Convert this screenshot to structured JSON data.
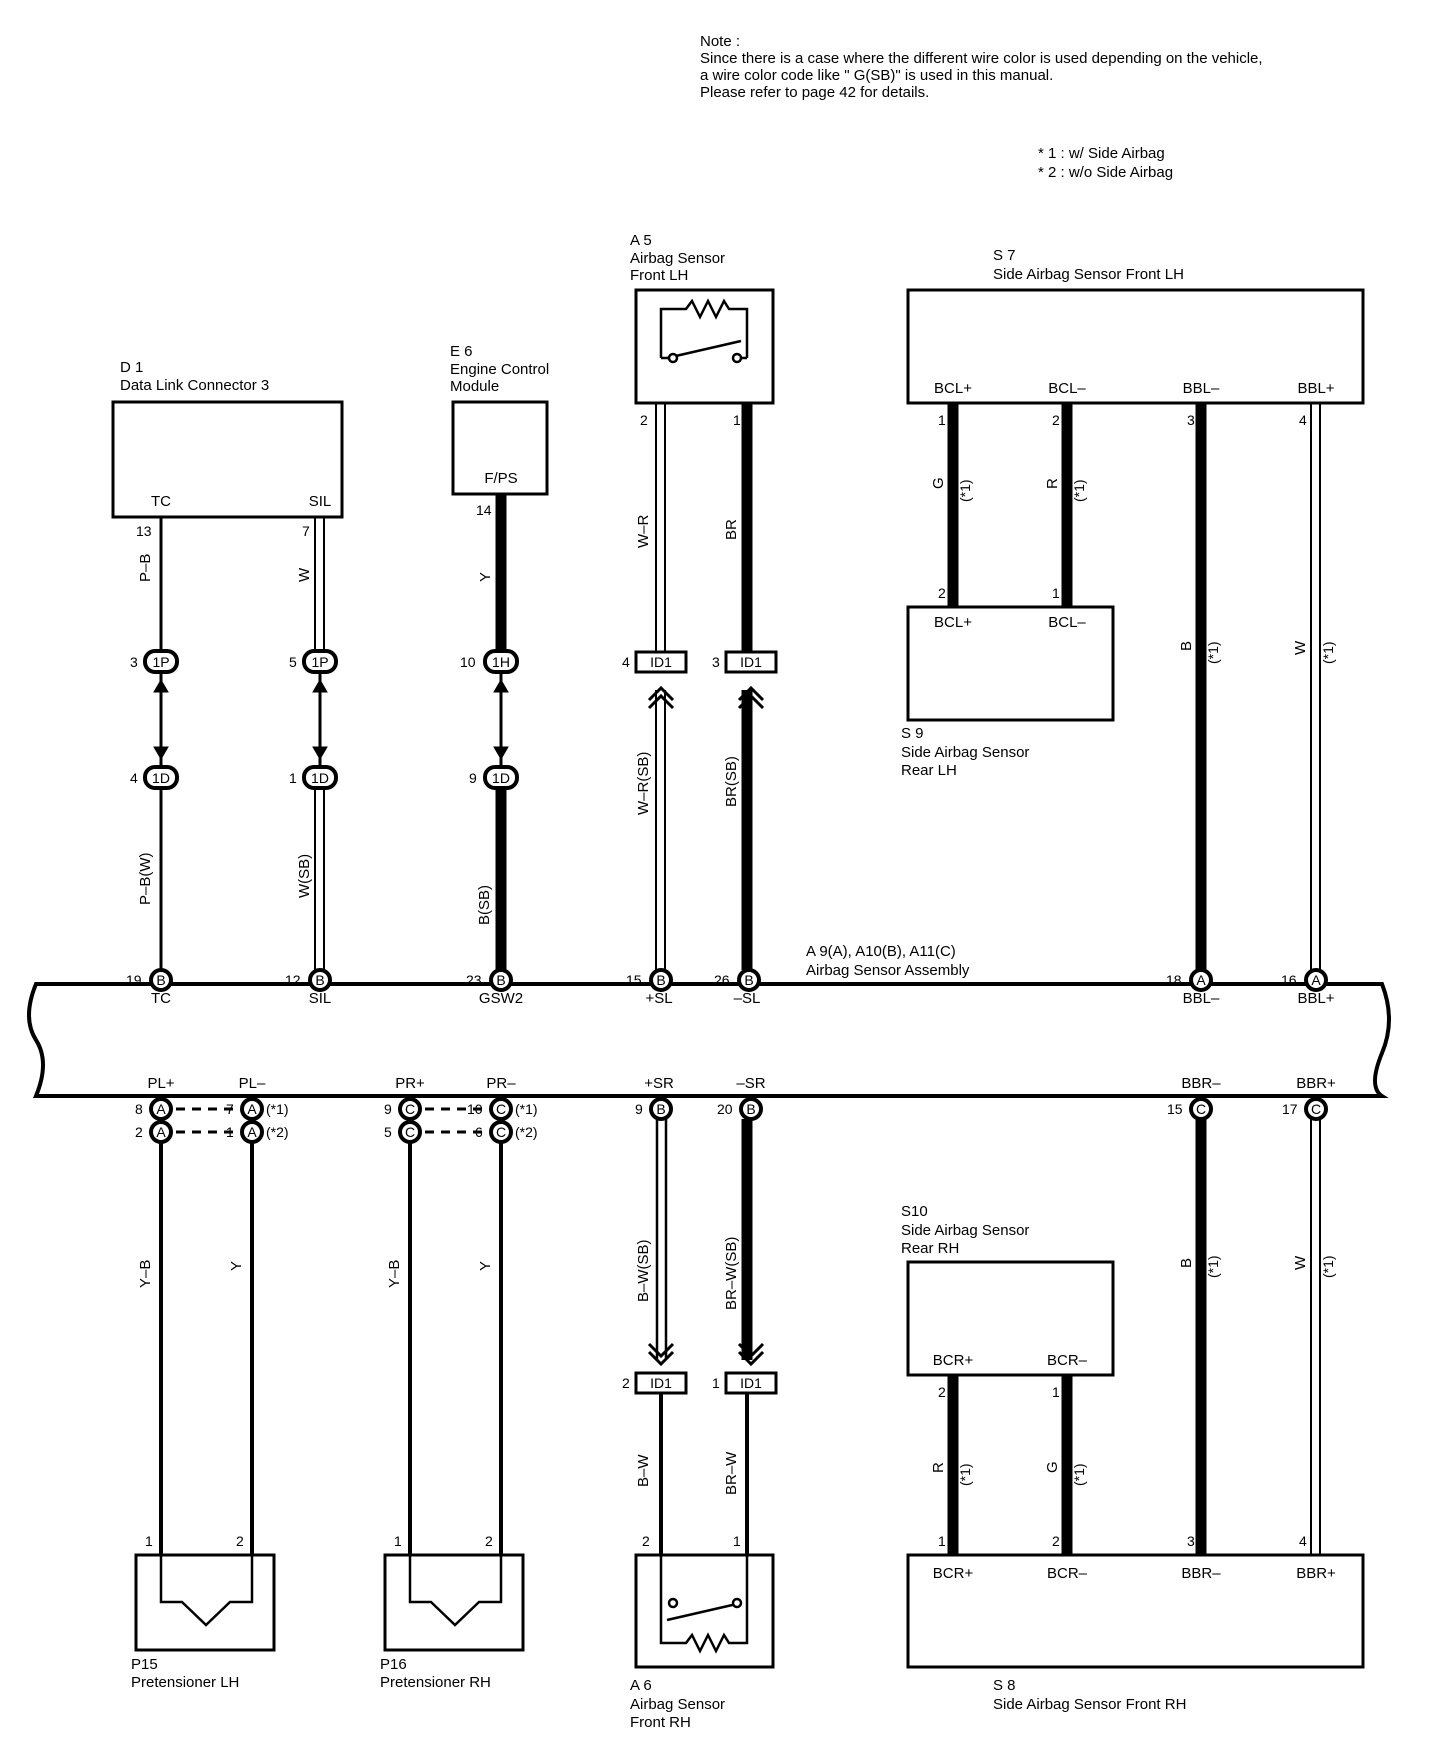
{
  "note": {
    "heading": "Note :",
    "line1": "Since there is a case where the different wire color is used depending on the vehicle,",
    "line2": "a wire color code like \" G(SB)\"  is used in this manual.",
    "line3": "Please refer to page 42 for details."
  },
  "legend": {
    "star1": "* 1 : w/ Side Airbag",
    "star2": "* 2 : w/o Side Airbag"
  },
  "components": {
    "d1": {
      "code": "D 1",
      "name": "Data Link Connector 3",
      "pin_tc": "TC",
      "pin_sil": "SIL"
    },
    "e6": {
      "code": "E 6",
      "name1": "Engine Control",
      "name2": "Module",
      "pin": "F/PS"
    },
    "a5": {
      "code": "A 5",
      "name1": "Airbag Sensor",
      "name2": "Front LH"
    },
    "s7": {
      "code": "S 7",
      "name": "Side Airbag Sensor Front LH",
      "pins": [
        "BCL+",
        "BCL–",
        "BBL–",
        "BBL+"
      ]
    },
    "s9": {
      "code": "S 9",
      "name1": "Side Airbag Sensor",
      "name2": "Rear LH",
      "pins": [
        "BCL+",
        "BCL–"
      ]
    },
    "a9": {
      "code": "A 9(A), A10(B), A11(C)",
      "name": "Airbag Sensor Assembly",
      "top_pins": [
        "TC",
        "SIL",
        "GSW2",
        "+SL",
        "–SL",
        "BBL–",
        "BBL+"
      ],
      "bottom_pins": [
        "PL+",
        "PL–",
        "PR+",
        "PR–",
        "+SR",
        "–SR",
        "BBR–",
        "BBR+"
      ]
    },
    "s10": {
      "code": "S10",
      "name1": "Side Airbag Sensor",
      "name2": "Rear RH",
      "pins": [
        "BCR+",
        "BCR–"
      ]
    },
    "s8": {
      "code": "S 8",
      "name": "Side Airbag Sensor Front RH",
      "pins": [
        "BCR+",
        "BCR–",
        "BBR–",
        "BBR+"
      ]
    },
    "p15": {
      "code": "P15",
      "name": "Pretensioner LH"
    },
    "p16": {
      "code": "P16",
      "name": "Pretensioner RH"
    },
    "a6": {
      "code": "A 6",
      "name1": "Airbag Sensor",
      "name2": "Front RH"
    }
  },
  "wires": {
    "tc_upper": "P–B",
    "sil_upper": "W",
    "fps_upper": "Y",
    "a5_2_upper": "W–R",
    "a5_1_upper": "BR",
    "tc_lower": "P–B(W)",
    "sil_lower": "W(SB)",
    "fps_lower": "B(SB)",
    "a5_2_lower": "W–R(SB)",
    "a5_1_lower": "BR(SB)",
    "s7_1": "G",
    "s7_2": "R",
    "s7_3": "B",
    "s7_4": "W",
    "pl_plus": "Y–B",
    "pl_minus": "Y",
    "pr_plus": "Y–B",
    "pr_minus": "Y",
    "sr_plus_upper": "B–W(SB)",
    "sr_minus_upper": "BR–W(SB)",
    "sr_plus_lower": "B–W",
    "sr_minus_lower": "BR–W",
    "bbr_minus": "B",
    "bbr_plus": "W",
    "s10_2": "R",
    "s10_1": "G",
    "star1": "(*1)",
    "star2": "(*2)"
  },
  "connectors": {
    "c1p": "1P",
    "c1d": "1D",
    "c1h": "1H",
    "id1": "ID1",
    "a": "A",
    "b": "B",
    "c": "C"
  },
  "pin_numbers": {
    "d1_tc": "13",
    "d1_sil": "7",
    "e6_fps": "14",
    "a5_2": "2",
    "a5_1": "1",
    "s7_1": "1",
    "s7_2": "2",
    "s7_3": "3",
    "s7_4": "4",
    "s9_2": "2",
    "s9_1": "1",
    "j1p_3": "3",
    "j1p_5": "5",
    "j1h_10": "10",
    "id1_4": "4",
    "id1_3": "3",
    "j1d_4": "4",
    "j1d_1": "1",
    "j1d_9": "9",
    "a_19": "19",
    "a_12": "12",
    "a_23": "23",
    "a_15": "15",
    "a_26": "26",
    "a_18": "18",
    "a_16": "16",
    "a_8": "8",
    "a_7": "7",
    "a_2": "2",
    "a_1": "1",
    "a_9c": "9",
    "a_10": "10",
    "a_5": "5",
    "a_6": "6",
    "a_9b": "9",
    "a_20": "20",
    "a_15c": "15",
    "a_17": "17",
    "id1_2": "2",
    "id1_1": "1",
    "p15_1": "1",
    "p15_2": "2",
    "p16_1": "1",
    "p16_2": "2",
    "a6_2": "2",
    "a6_1": "1",
    "s10_2": "2",
    "s10_1": "1",
    "s8_1": "1",
    "s8_2": "2",
    "s8_3": "3",
    "s8_4": "4"
  }
}
